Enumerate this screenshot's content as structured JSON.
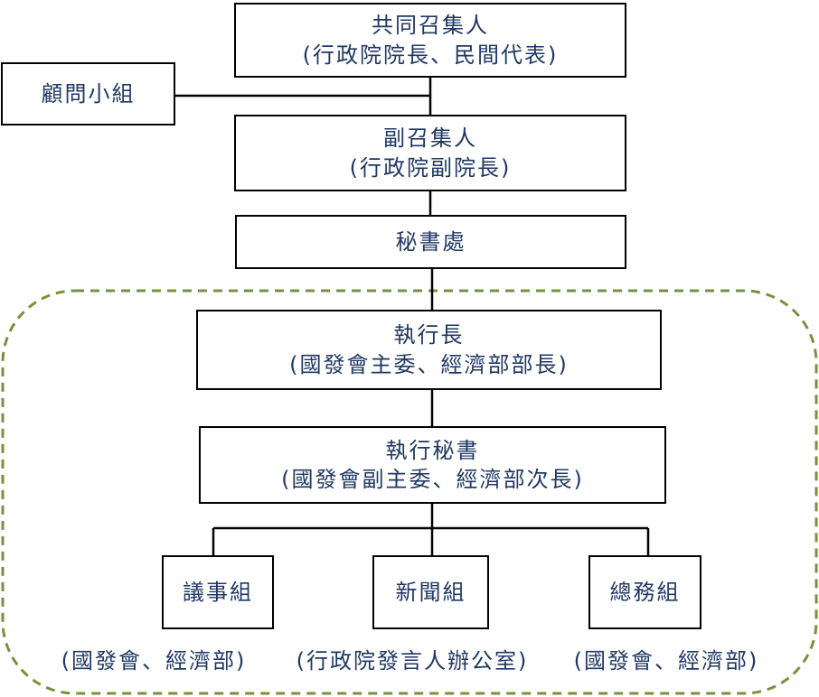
{
  "colors": {
    "text": "#1f3864",
    "box_border": "#000000",
    "connector": "#000000",
    "group_outline": "#76923c"
  },
  "top_convener": {
    "title": "共同召集人",
    "subtitle": "(行政院院長、民間代表)"
  },
  "advisory_group": {
    "title": "顧問小組"
  },
  "deputy_convener": {
    "title": "副召集人",
    "subtitle": "(行政院副院長)"
  },
  "secretariat": {
    "title": "秘書處"
  },
  "executive_group": {
    "ceo": {
      "title": "執行長",
      "subtitle": "(國發會主委、經濟部部長)"
    },
    "executive_secretary": {
      "title": "執行秘書",
      "subtitle": "(國發會副主委、經濟部次長)"
    },
    "units": [
      {
        "title": "議事組",
        "note": "(國發會、經濟部)"
      },
      {
        "title": "新聞組",
        "note": "(行政院發言人辦公室)"
      },
      {
        "title": "總務組",
        "note": "(國發會、經濟部)"
      }
    ]
  }
}
